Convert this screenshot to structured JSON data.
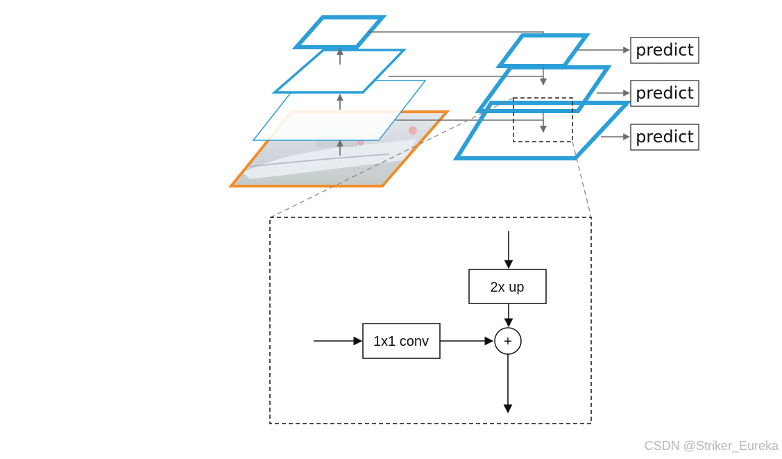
{
  "diagram": {
    "predict_labels": [
      "predict",
      "predict",
      "predict"
    ],
    "detail": {
      "upsample_label": "2x up",
      "conv_label": "1x1 conv",
      "sum_symbol": "+"
    },
    "watermark": "CSDN @Striker_Eureka",
    "colors": {
      "pyramid_blue": "#2a9fd8",
      "image_orange": "#f28c28",
      "arrow_gray": "#6e6e6e",
      "line_dark": "#111111"
    }
  }
}
